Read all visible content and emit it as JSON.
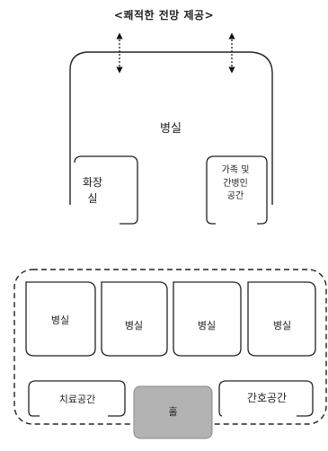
{
  "top_caption": "<쾌적한 전망 제공>",
  "single_room": {
    "room_label": "병실",
    "toilet_label": "화장\n실",
    "guardian_label": "가족 및\n간병인\n공간"
  },
  "ward_plan": {
    "rooms": [
      {
        "label": "병실"
      },
      {
        "label": "병실"
      },
      {
        "label": "병실"
      },
      {
        "label": "병실"
      }
    ],
    "treatment_label": "치료공간",
    "hall_label": "홀",
    "nursing_label": "간호공간"
  },
  "colors": {
    "line": "#222222",
    "hall_fill": "#b3b3b3",
    "background": "#ffffff"
  }
}
